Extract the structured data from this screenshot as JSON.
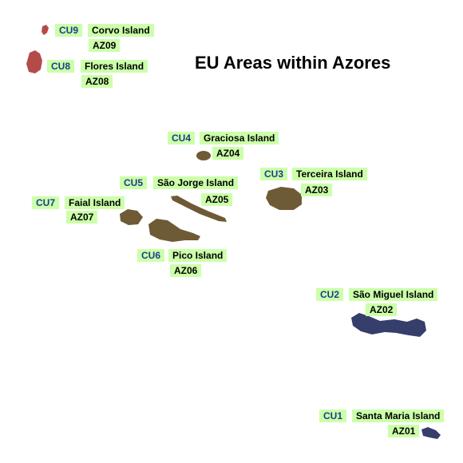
{
  "title": "EU Areas within Azores",
  "colors": {
    "western_group": "#b44b4b",
    "central_group": "#6f5a36",
    "eastern_group": "#363e6b",
    "label_background": "#ccffaa",
    "code_text": "#1c3c8c"
  },
  "islands": [
    {
      "cu": "CU9",
      "name": "Corvo Island",
      "az": "AZ09",
      "group": "western"
    },
    {
      "cu": "CU8",
      "name": "Flores Island",
      "az": "AZ08",
      "group": "western"
    },
    {
      "cu": "CU4",
      "name": "Graciosa Island",
      "az": "AZ04",
      "group": "central"
    },
    {
      "cu": "CU5",
      "name": "São Jorge Island",
      "az": "AZ05",
      "group": "central"
    },
    {
      "cu": "CU3",
      "name": "Terceira Island",
      "az": "AZ03",
      "group": "central"
    },
    {
      "cu": "CU7",
      "name": "Faial Island",
      "az": "AZ07",
      "group": "central"
    },
    {
      "cu": "CU6",
      "name": "Pico Island",
      "az": "AZ06",
      "group": "central"
    },
    {
      "cu": "CU2",
      "name": "São Miguel Island",
      "az": "AZ02",
      "group": "eastern"
    },
    {
      "cu": "CU1",
      "name": "Santa Maria Island",
      "az": "AZ01",
      "group": "eastern"
    }
  ]
}
